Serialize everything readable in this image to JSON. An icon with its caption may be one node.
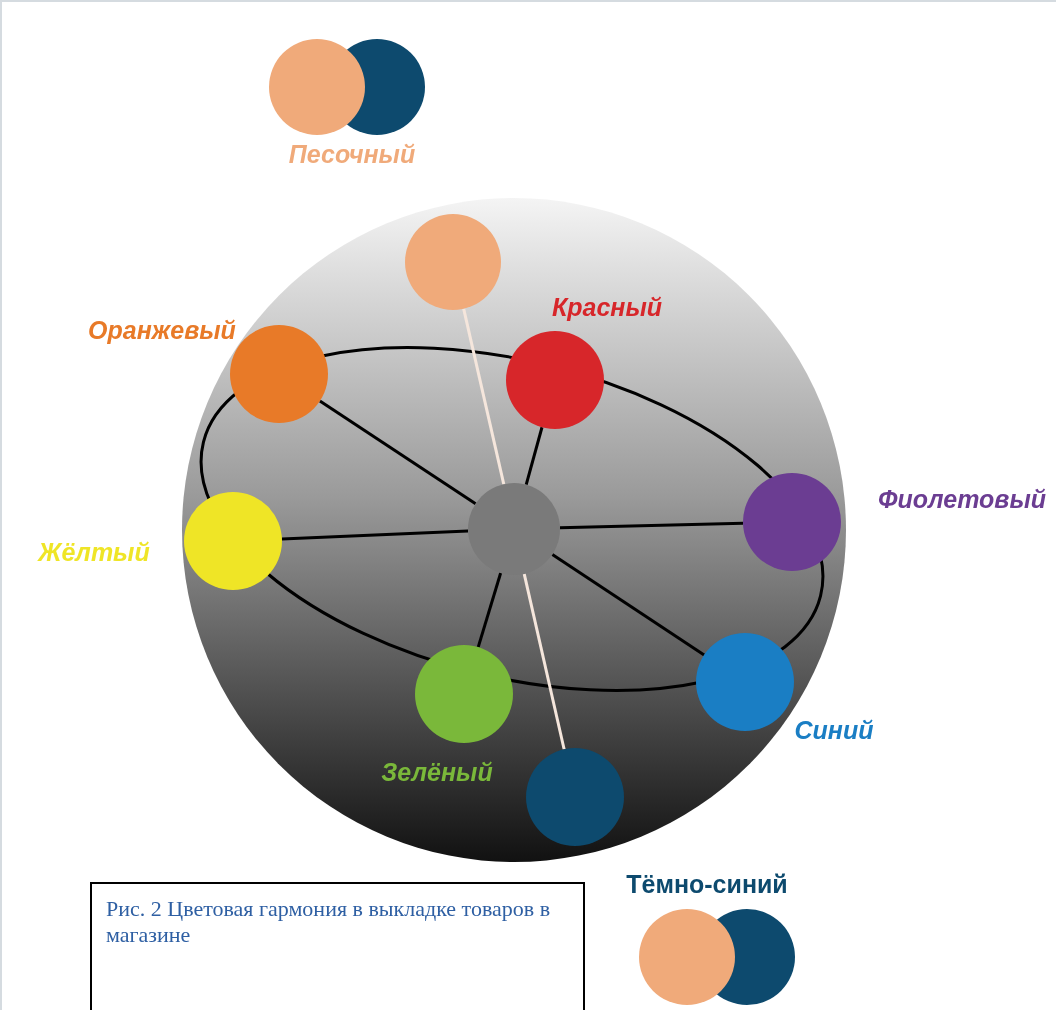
{
  "diagram": {
    "caption": "Рис. 2 Цветовая гармония в выкладке товаров в магазине",
    "nodes": [
      {
        "text": [],
        "shape": "circle"
      },
      {
        "text": [],
        "shape": "circle"
      },
      {
        "text": [],
        "shape": "circle",
        "beside": [
          "Оранжевый"
        ]
      },
      {
        "text": [],
        "shape": "circle",
        "beside": [
          "Красный"
        ]
      },
      {
        "text": [],
        "shape": "circle",
        "beside": [
          "Фиолетовый"
        ]
      },
      {
        "text": [],
        "shape": "circle",
        "beside": [
          "Жёлтый"
        ]
      },
      {
        "text": [],
        "shape": "circle",
        "beside": [
          "Синий"
        ]
      },
      {
        "text": [],
        "shape": "circle",
        "beside": [
          "Зелёный"
        ]
      },
      {
        "text": [],
        "shape": "circle"
      }
    ],
    "edges": [
      {
        "from": 0,
        "to": 2,
        "arrow": "none"
      },
      {
        "from": 0,
        "to": 3,
        "arrow": "none"
      },
      {
        "from": 0,
        "to": 4,
        "arrow": "none"
      },
      {
        "from": 0,
        "to": 5,
        "arrow": "none"
      },
      {
        "from": 0,
        "to": 6,
        "arrow": "none"
      },
      {
        "from": 0,
        "to": 7,
        "arrow": "none"
      },
      {
        "from": 1,
        "to": 0,
        "arrow": "none",
        "color": "#f5e6dc"
      },
      {
        "from": 0,
        "to": 8,
        "arrow": "none",
        "color": "#f5e6dc"
      }
    ],
    "labels": [
      "Песочный",
      "Тёмно-синий"
    ]
  }
}
